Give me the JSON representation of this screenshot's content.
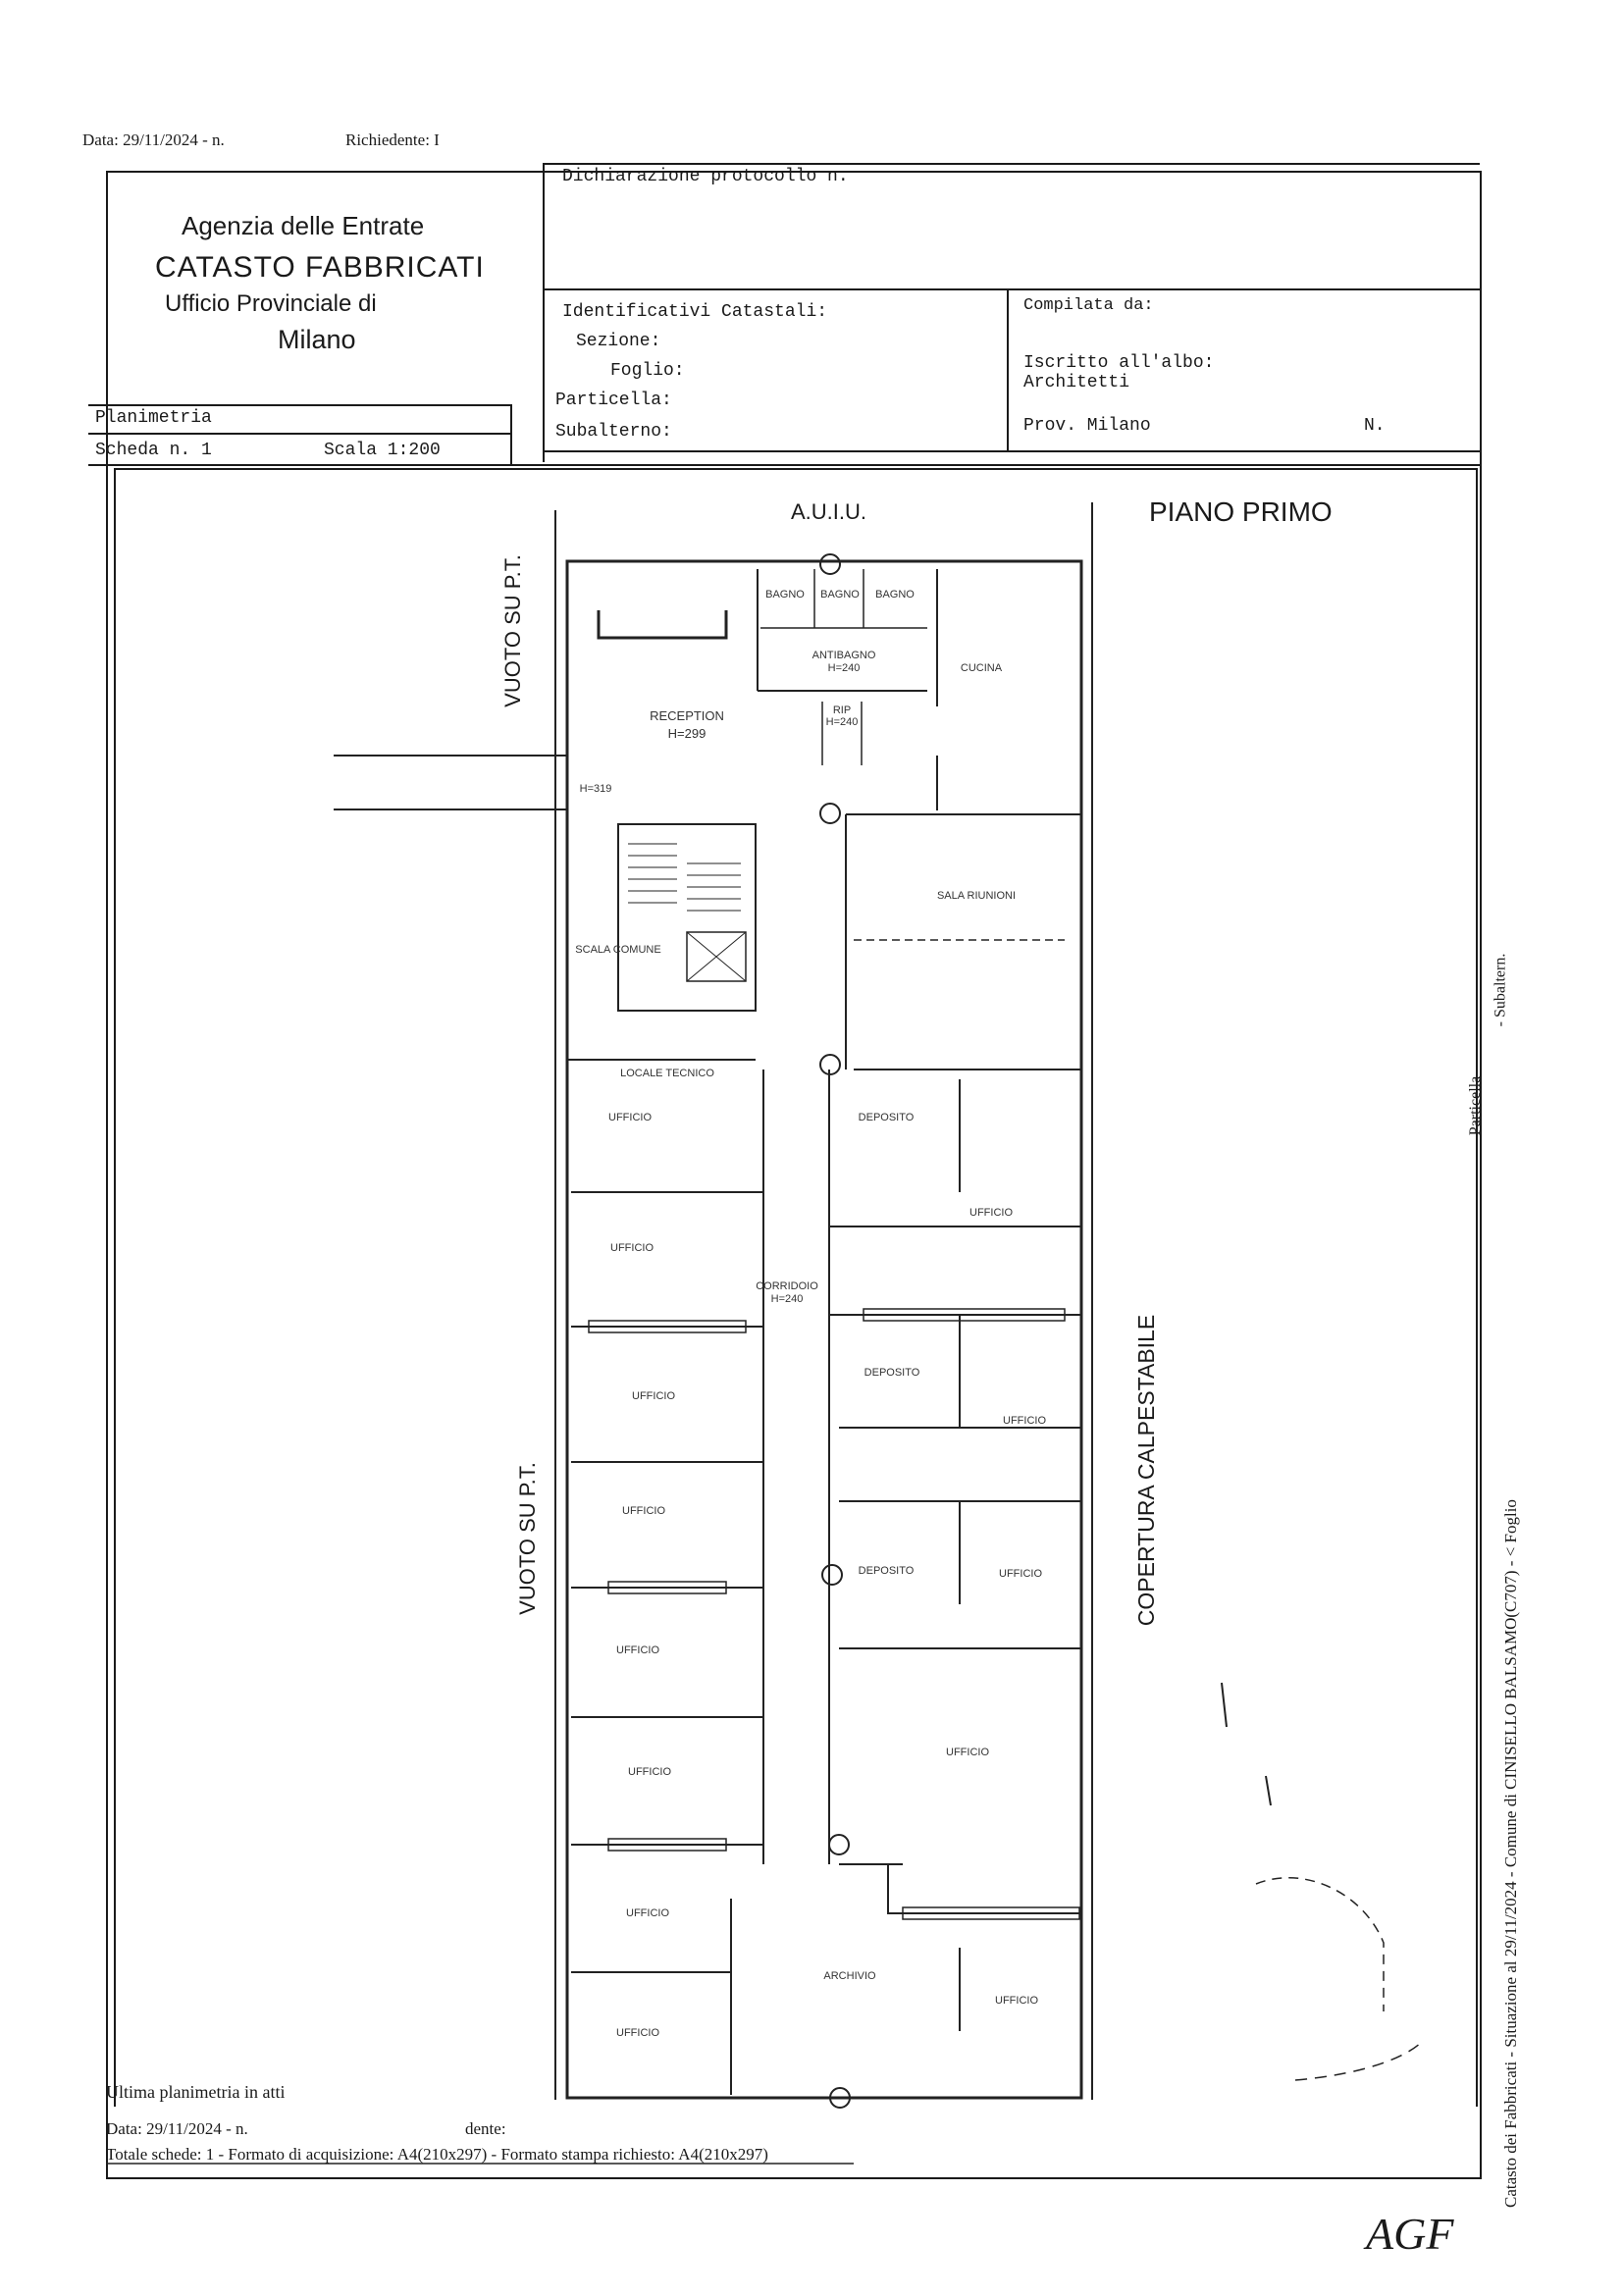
{
  "top_meta": {
    "date": "Data: 29/11/2024 - n.",
    "requester": "Richiedente: I"
  },
  "agency": {
    "name": "Agenzia delle Entrate",
    "department": "CATASTO FABBRICATI",
    "office": "Ufficio Provinciale di",
    "city": "Milano"
  },
  "declaration": {
    "label": "Dichiarazione protocollo n."
  },
  "identifiers": {
    "title": "Identificativi Catastali:",
    "section": "Sezione:",
    "sheet": "Foglio:",
    "parcel": "Particella:",
    "subunit": "Subalterno:"
  },
  "compiler": {
    "label": "Compilata da:",
    "register": "Iscritto all'albo:",
    "profession": "Architetti",
    "province": "Prov. Milano",
    "number": "N."
  },
  "plan": {
    "title": "Planimetria",
    "sheet_no": "Scheda n. 1",
    "scale": "Scala 1:200"
  },
  "floor_labels": {
    "top": "A.U.I.U.",
    "floor": "PIANO PRIMO",
    "left_top": "VUOTO SU P.T.",
    "left_bottom": "VUOTO SU P.T.",
    "right": "COPERTURA CALPESTABILE"
  },
  "rooms": {
    "bagno1": "BAGNO",
    "bagno2": "BAGNO",
    "bagno3": "BAGNO",
    "antibagno": "ANTIBAGNO",
    "antibagno_h": "H=240",
    "cucina": "CUCINA",
    "reception": "RECEPTION",
    "reception_h": "H=299",
    "rip": "RIP",
    "rip_h": "H=240",
    "h319": "H=319",
    "scala_comune": "SCALA COMUNE",
    "sala_riunioni": "SALA RIUNIONI",
    "locale_tecnico": "LOCALE TECNICO",
    "ufficio1": "UFFICIO",
    "deposito1": "DEPOSITO",
    "ufficio2": "UFFICIO",
    "ufficio3": "UFFICIO",
    "corridoio": "CORRIDOIO",
    "corridoio_h": "H=240",
    "ufficio4": "UFFICIO",
    "deposito2": "DEPOSITO",
    "ufficio5": "UFFICIO",
    "ufficio6": "UFFICIO",
    "deposito3": "DEPOSITO",
    "ufficio7": "UFFICIO",
    "ufficio8": "UFFICIO",
    "ufficio9": "UFFICIO",
    "ufficio10": "UFFICIO",
    "ufficio11": "UFFICIO",
    "archivio": "ARCHIVIO",
    "ufficio12": "UFFICIO",
    "ufficio13": "UFFICIO"
  },
  "side_text": {
    "vertical_main": "Catasto dei Fabbricati - Situazione al 29/11/2024 - Comune di CINISELLO BALSAMO(C707) - < Foglio",
    "subaltern": "- Subaltern.",
    "particella": "Particella"
  },
  "footer": {
    "last_plan": "Ultima planimetria in atti",
    "date": "Data: 29/11/2024 - n.",
    "requester": "dente:",
    "total": "Totale schede: 1 - Formato di acquisizione: A4(210x297) - Formato stampa richiesto: A4(210x297)"
  },
  "signature": {
    "initials": "AGF"
  }
}
